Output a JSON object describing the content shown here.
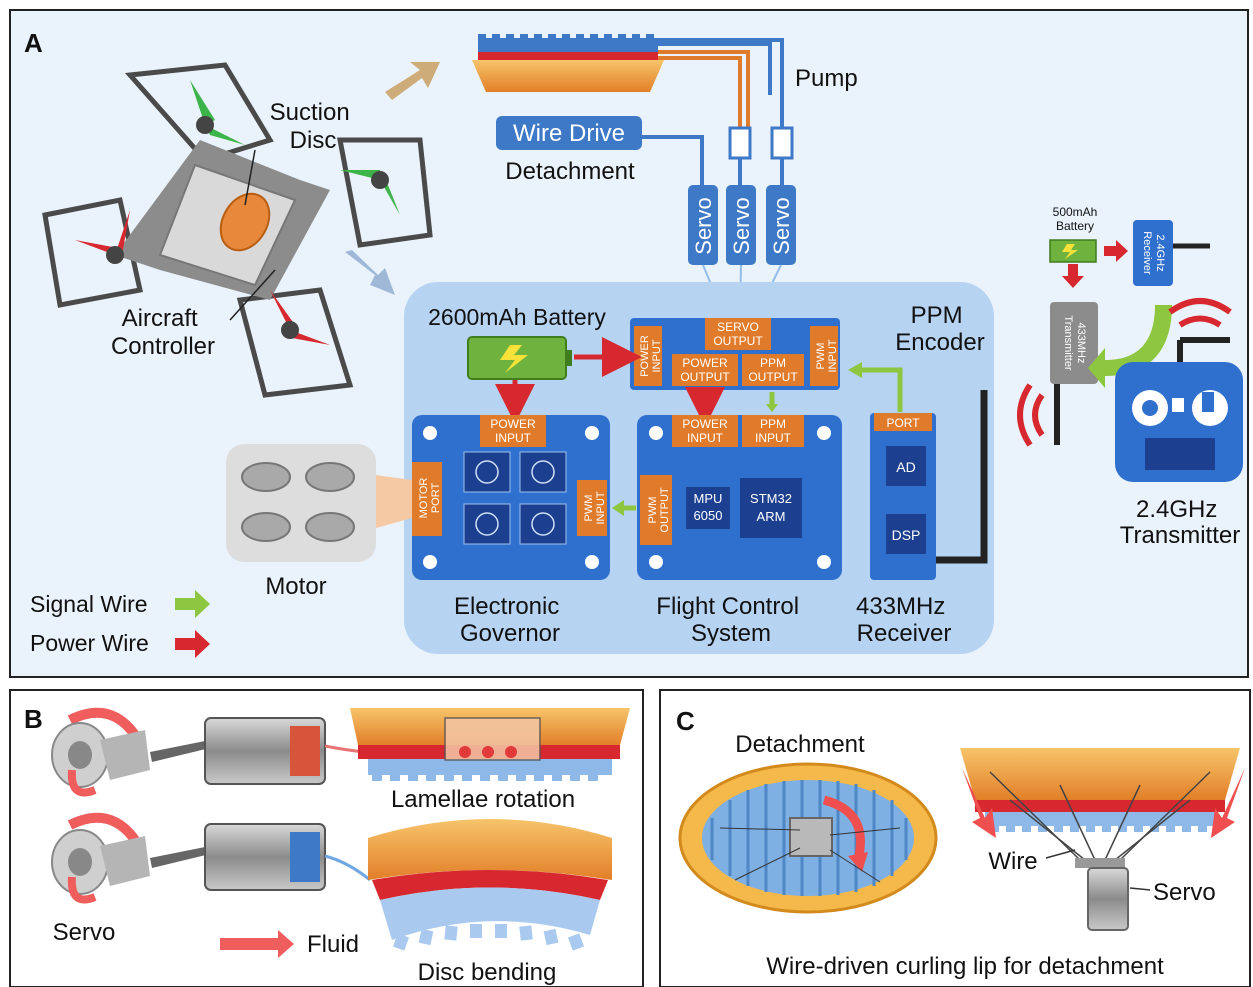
{
  "panel_a": {
    "label": "A",
    "suction_disc": "Suction\nDisc",
    "aircraft_controller": "Aircraft\nController",
    "pump": "Pump",
    "wire_drive": "Wire Drive",
    "detachment": "Detachment",
    "servos": [
      "Servo",
      "Servo",
      "Servo"
    ],
    "battery_2600": "2600mAh Battery",
    "ppm_encoder": "PPM\nEncoder",
    "servo_output": "SERVO\nOUTPUT",
    "power_input": "POWER\nINPUT",
    "power_output": "POWER\nOUTPUT",
    "ppm_output": "PPM\nOUTPUT",
    "pwm_input": "PWM\nINPUT",
    "ppm_input": "PPM\nINPUT",
    "port": "PORT",
    "ad": "AD",
    "dsp": "DSP",
    "motor_port": "MOTOR\nPORT",
    "pwm_output": "PWM\nOUTPUT",
    "mpu": "MPU\n6050",
    "stm32": "STM32\nARM",
    "motor": "Motor",
    "electronic_governor": "Electronic\nGovernor",
    "flight_control_system": "Flight Control\nSystem",
    "receiver_433": "433MHz\nReceiver",
    "battery_500": "500mAh\nBattery",
    "receiver_24": "2.4GHz\nReceiver",
    "transmitter_433": "433MHz\nTransmitter",
    "transmitter_24": "2.4GHz\nTransmitter",
    "legend_signal": "Signal Wire",
    "legend_power": "Power Wire",
    "colors": {
      "signal": "#8dc63f",
      "power": "#d7282f",
      "blue": "#2f6fce",
      "orange": "#e07b2b",
      "panel_bg": "#eaf3fb"
    }
  },
  "panel_b": {
    "label": "B",
    "lamellae_rotation": "Lamellae rotation",
    "servo": "Servo",
    "fluid": "Fluid",
    "disc_bending": "Disc bending"
  },
  "panel_c": {
    "label": "C",
    "detachment": "Detachment",
    "wire": "Wire",
    "servo": "Servo",
    "caption": "Wire-driven curling lip for detachment"
  }
}
